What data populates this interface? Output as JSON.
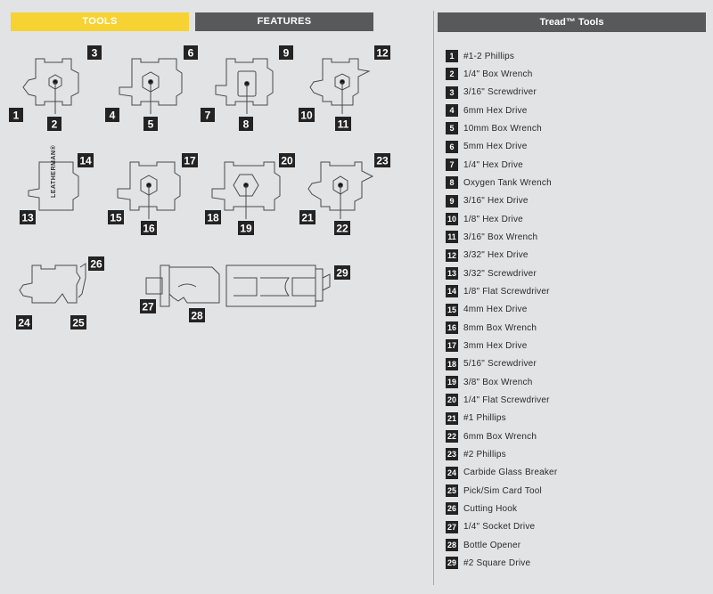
{
  "tabs": {
    "tools": "TOOLS",
    "features": "FEATURES"
  },
  "list": {
    "title": "Tread™ Tools",
    "items": [
      {
        "n": "1",
        "label": "#1-2 Phillips"
      },
      {
        "n": "2",
        "label": "1/4\" Box Wrench"
      },
      {
        "n": "3",
        "label": "3/16\" Screwdriver"
      },
      {
        "n": "4",
        "label": "6mm Hex Drive"
      },
      {
        "n": "5",
        "label": "10mm Box Wrench"
      },
      {
        "n": "6",
        "label": "5mm Hex Drive"
      },
      {
        "n": "7",
        "label": "1/4\" Hex Drive"
      },
      {
        "n": "8",
        "label": "Oxygen Tank Wrench"
      },
      {
        "n": "9",
        "label": "3/16\" Hex Drive"
      },
      {
        "n": "10",
        "label": "1/8\" Hex Drive"
      },
      {
        "n": "11",
        "label": "3/16\" Box Wrench"
      },
      {
        "n": "12",
        "label": "3/32\" Hex Drive"
      },
      {
        "n": "13",
        "label": "3/32\" Screwdriver"
      },
      {
        "n": "14",
        "label": "1/8\" Flat Screwdriver"
      },
      {
        "n": "15",
        "label": "4mm Hex Drive"
      },
      {
        "n": "16",
        "label": "8mm Box Wrench"
      },
      {
        "n": "17",
        "label": "3mm Hex Drive"
      },
      {
        "n": "18",
        "label": "5/16\" Screwdriver"
      },
      {
        "n": "19",
        "label": "3/8\" Box Wrench"
      },
      {
        "n": "20",
        "label": "1/4\" Flat Screwdriver"
      },
      {
        "n": "21",
        "label": "#1 Phillips"
      },
      {
        "n": "22",
        "label": "6mm Box Wrench"
      },
      {
        "n": "23",
        "label": "#2 Phillips"
      },
      {
        "n": "24",
        "label": "Carbide Glass Breaker"
      },
      {
        "n": "25",
        "label": "Pick/Sim Card Tool"
      },
      {
        "n": "26",
        "label": "Cutting Hook"
      },
      {
        "n": "27",
        "label": "1/4\" Socket Drive"
      },
      {
        "n": "28",
        "label": "Bottle Opener"
      },
      {
        "n": "29",
        "label": "#2 Square Drive"
      }
    ]
  },
  "diagram": {
    "brand_text": "LEATHERMAN®",
    "callouts": [
      "1",
      "2",
      "3",
      "4",
      "5",
      "6",
      "7",
      "8",
      "9",
      "10",
      "11",
      "12",
      "13",
      "14",
      "15",
      "16",
      "17",
      "18",
      "19",
      "20",
      "21",
      "22",
      "23",
      "24",
      "25",
      "26",
      "27",
      "28",
      "29"
    ]
  },
  "colors": {
    "accent": "#f7d233",
    "tab_dark": "#58595b",
    "background": "#e2e3e4",
    "badge": "#232323"
  }
}
